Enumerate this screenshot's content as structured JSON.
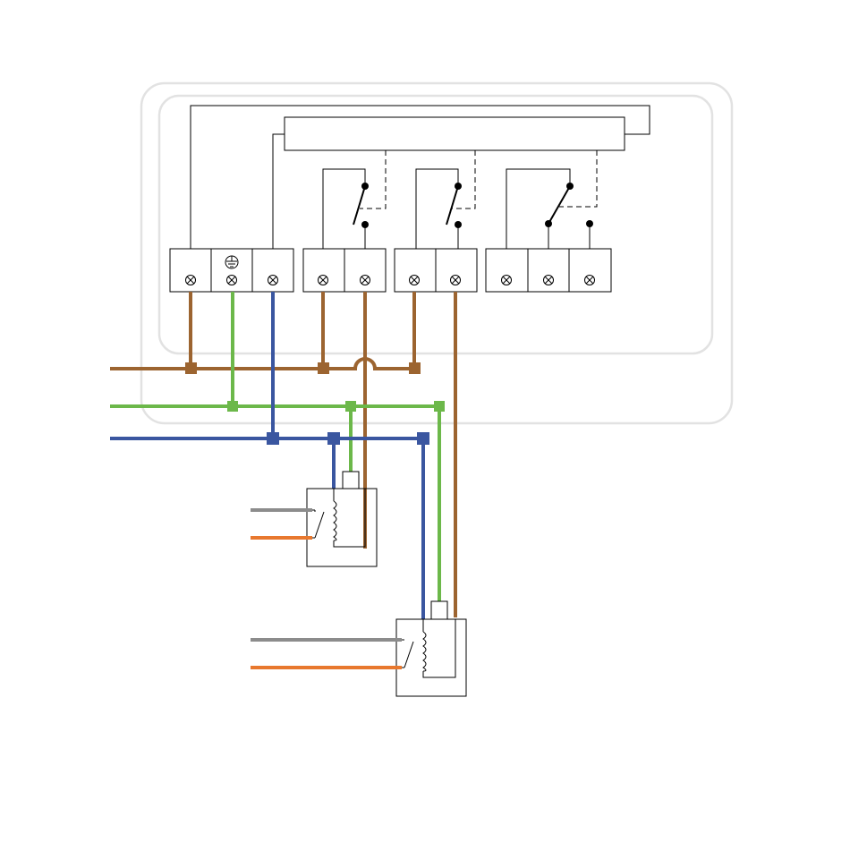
{
  "diagram": {
    "type": "wiring-schematic",
    "colors": {
      "brown": "#9c6430",
      "green": "#6cb84a",
      "blue": "#3a56a0",
      "gray": "#8c8c8c",
      "orange": "#e8782e",
      "line": "#000000",
      "housing": "#e2e2e2"
    },
    "wires": [
      {
        "name": "brown-wire",
        "color": "brown"
      },
      {
        "name": "green-wire",
        "color": "green"
      },
      {
        "name": "blue-wire",
        "color": "blue"
      }
    ],
    "terminal_blocks": [
      {
        "name": "supply-terminal-block",
        "terminals": [
          "screw",
          "earth+screw",
          "screw"
        ]
      },
      {
        "name": "relay-1-terminal-block",
        "terminals": [
          "screw",
          "screw"
        ]
      },
      {
        "name": "relay-2-terminal-block",
        "terminals": [
          "screw",
          "screw"
        ]
      },
      {
        "name": "relay-3-terminal-block",
        "terminals": [
          "screw",
          "screw",
          "screw"
        ]
      }
    ],
    "external_relays": [
      {
        "name": "external-relay-1",
        "inputs": [
          "gray",
          "orange"
        ]
      },
      {
        "name": "external-relay-2",
        "inputs": [
          "gray",
          "orange"
        ]
      }
    ],
    "icons": [
      "earth-ground-icon",
      "screw-terminal-icon",
      "relay-coil-icon",
      "switch-contact-icon"
    ]
  }
}
